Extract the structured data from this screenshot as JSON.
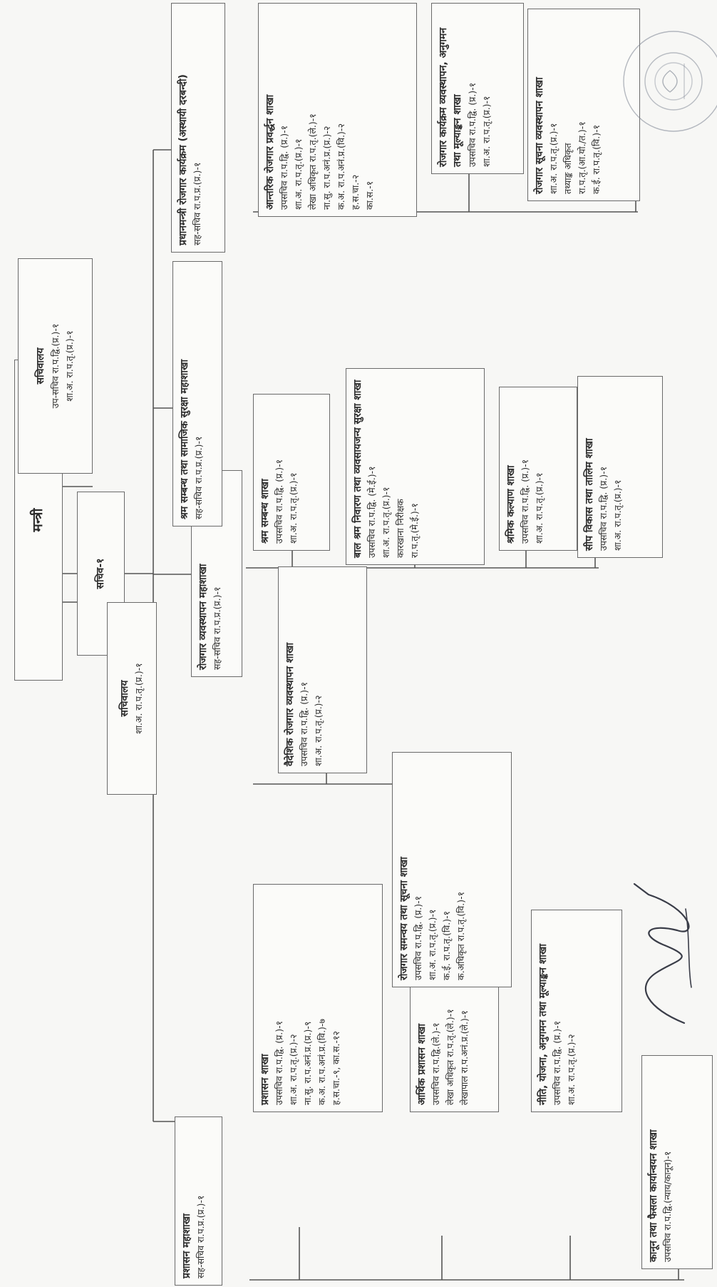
{
  "minister": {
    "title": "मन्त्री"
  },
  "secretariat_top": {
    "title": "सचिवालय",
    "lines": [
      "उप-सचिव रा.प.द्वि.(प्र.)-१",
      "शा.अ. रा.प.तृ.(प्र.)-१"
    ]
  },
  "secretary": {
    "title": "सचिव-१"
  },
  "secretariat_left": {
    "title": "सचिवालय",
    "lines": [
      "शा.अ. रा.प.तृ.(प्र.)-१"
    ]
  },
  "divisions": [
    {
      "title": "प्रशासन महाशाखा",
      "lines": [
        "सह-सचिव रा.प.प्र.(प्र.)-१"
      ],
      "sections": [
        {
          "title": "प्रशासन शाखा",
          "lines": [
            "उपसचिव रा.प.द्वि. (प्र.)-१",
            "शा.अ. रा.प.तृ.(प्र.)-२",
            "ना.सु. रा.प.अनं.प्र.(प्र.)-९",
            "क.अ. रा.प.अनं.प्र.(वि.)-७",
            "ह.स.चा.-९, का.स.-१२"
          ]
        },
        {
          "title": "आर्थिक प्रशासन शाखा",
          "lines": [
            "उपसचिव रा.प.द्वि.(ले.)-१",
            "लेखा अधिकृत रा.प.तृ.(ले.)-१",
            "लेखापाल रा.प.अनं.प्र.(ले.)-१"
          ]
        },
        {
          "title": "नीति, योजना, अनुगमन तथा मूल्याङ्कन शाखा",
          "lines": [
            "उपसचिव रा.प.द्वि. (प्र.)-१",
            "शा.अ. रा.प.तृ.(प्र.)-२"
          ]
        },
        {
          "title": "कानून तथा फैसला कार्यान्वयन शाखा",
          "lines": [
            "उपसचिव रा.प.द्वि.(न्याय/कानून)-१"
          ]
        }
      ]
    },
    {
      "title": "रोजगार व्यवस्थापन महाशाखा",
      "lines": [
        "सह-सचिव रा.प.प्र.(प्र.)-१"
      ],
      "sections": [
        {
          "title": "वैदेशिक रोजगार व्यवस्थापन शाखा",
          "lines": [
            "उपसचिव रा.प.द्वि. (प्र.)-१",
            "शा.अ. रा.प.तृ.(प्र.)-२"
          ]
        },
        {
          "title": "रोजगार समन्वय तथा सूचना शाखा",
          "lines": [
            "उपसचिव रा.प.द्वि. (प्र.)-१",
            "शा.अ. रा.प.तृ.(प्र.)-१",
            "क.ई. रा.प.तृ.(वि.)-१",
            "क.अधिकृत रा.प.तृ.(वि.)-१"
          ]
        }
      ]
    },
    {
      "title": "श्रम सम्बन्ध तथा सामाजिक सुरक्षा महाशाखा",
      "lines": [
        "सह-सचिव रा.प.प्र.(प्र.)-१"
      ],
      "sections": [
        {
          "title": "श्रम सम्बन्ध शाखा",
          "lines": [
            "उपसचिव रा.प.द्वि. (प्र.)-१",
            "शा.अ. रा.प.तृ.(प्र.)-१"
          ]
        },
        {
          "title": "बाल श्रम निवारण तथा व्यवसायजन्य सुरक्षा शाखा",
          "lines": [
            "उपसचिव रा.प.द्वि. (मे.ई.)-१",
            "शा.अ. रा.प.तृ.(प्र.)-१",
            "कारखाना निरीक्षक",
            "रा.प.तृ.(मे.ई.)-१"
          ]
        },
        {
          "title": "श्रमिक कल्याण शाखा",
          "lines": [
            "उपसचिव रा.प.द्वि. (प्र.)-१",
            "शा.अ. रा.प.तृ.(प्र.)-१"
          ]
        },
        {
          "title": "सीप विकास तथा तालिम शाखा",
          "lines": [
            "उपसचिव रा.प.द्वि. (प्र.)-१",
            "शा.अ. रा.प.तृ.(प्र.)-१"
          ]
        }
      ]
    },
    {
      "title": "प्रधानमन्त्री रोजगार कार्यक्रम (अस्थायी दरबन्दी)",
      "lines": [
        "सह-सचिव रा.प.प्र.(प्र.)-१"
      ],
      "sections": [
        {
          "title": "आन्तरिक रोजगार प्रवर्द्धन शाखा",
          "lines": [
            "उपसचिव रा.प.द्वि. (प्र.)-१",
            "शा.अ. रा.प.तृ.(प्र.)-१",
            "लेखा अधिकृत रा.प.तृ.(ले.)-१",
            "ना.सु. रा.प.अनं.प्र.(प्र.)-२",
            "क.अ. रा.प.अनं.प्र.(वि.)-२",
            "ह.स.चा.-२",
            "का.स.-१"
          ]
        },
        {
          "title": "रोजगार कार्यक्रम व्यवस्थापन, अनुगमन तथा मूल्याङ्कन शाखा",
          "lines": [
            "उपसचिव रा.प.द्वि. (प्र.)-१",
            "शा.अ. रा.प.तृ.(प्र.)-१"
          ]
        },
        {
          "title": "रोजगार सूचना व्यवस्थापन शाखा",
          "lines": [
            "शा.अ. रा.प.तृ.(प्र.)-१",
            "तथ्याङ्क अधिकृत",
            "रा.प.तृ.(आ.यो./त.)-१",
            "क.ई. रा.प.तृ.(वि.)-१"
          ]
        }
      ]
    }
  ]
}
